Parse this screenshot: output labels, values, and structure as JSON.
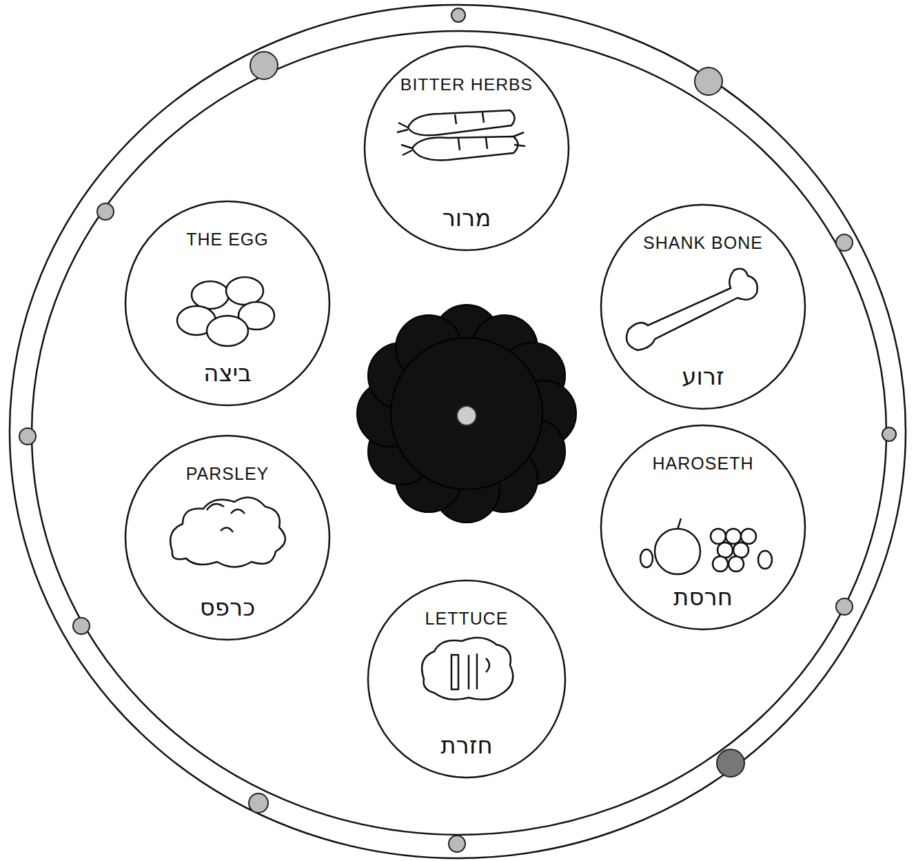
{
  "diagram": {
    "nodes": [
      {
        "text": [
          "BITTER HERBS",
          "מרור"
        ]
      },
      {
        "text": [
          "THE EGG",
          "ביצה"
        ]
      },
      {
        "text": [
          "SHANK BONE",
          "זרוע"
        ]
      },
      {
        "text": [
          "PARSLEY",
          "כרפס"
        ]
      },
      {
        "text": [
          "HAROSETH",
          "חרסת"
        ]
      },
      {
        "text": [
          "LETTUCE",
          "חזרת"
        ]
      }
    ]
  }
}
